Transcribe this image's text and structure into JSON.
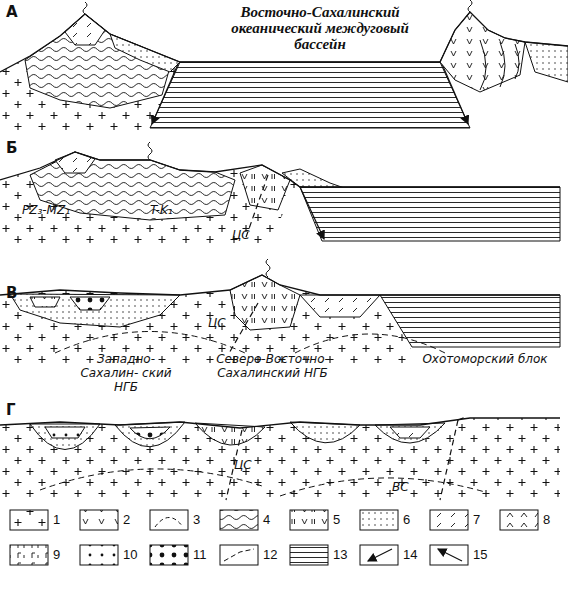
{
  "diagram": {
    "labels": [
      "А",
      "Восточно-Сахалинский океанический междуговый бассейн",
      "Б",
      "PZ₃-MZ₁",
      "T-K₁",
      "ЦС",
      "В",
      "ЦС",
      "Западно-Сахалин- ский НГБ",
      "Северо-Восточно-Сахалинский НГБ",
      "Охотоморский блок",
      "Г",
      "ЦС",
      "ВС"
    ],
    "legend": [
      {
        "text": "1"
      },
      {
        "text": "2"
      },
      {
        "text": "3"
      },
      {
        "text": "4"
      },
      {
        "text": "5"
      },
      {
        "text": "6"
      },
      {
        "text": "7"
      },
      {
        "text": "8"
      },
      {
        "text": "9"
      },
      {
        "text": "10"
      },
      {
        "text": "11"
      },
      {
        "text": "12"
      },
      {
        "text": "13"
      },
      {
        "text": "14"
      },
      {
        "text": "15"
      }
    ]
  }
}
